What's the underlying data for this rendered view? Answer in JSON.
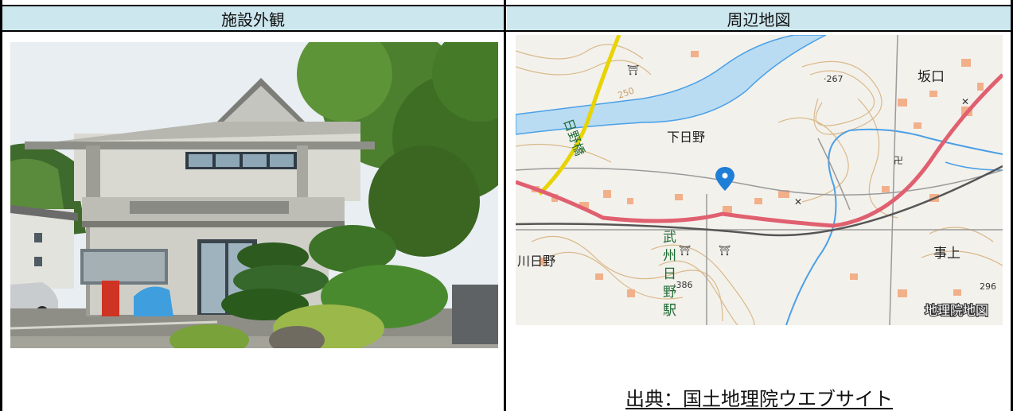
{
  "headers": {
    "left": "施設外観",
    "right": "周辺地図"
  },
  "map": {
    "labels": {
      "sakaguchi": "坂口",
      "elev_267": "·267",
      "shimohino": "下日野",
      "hino_bridge": "日野橋",
      "elev_250": "250",
      "station_bu": "武",
      "station_shu": "州",
      "station_hi": "日",
      "station_no": "野",
      "station_eki": "駅",
      "hino_west": "川日野",
      "jijo": "事上",
      "elev_386": "·386",
      "elev_296": "296",
      "gsi_logo": "地理院地図"
    }
  },
  "citation": "出典：国土地理院ウエブサイト",
  "colors": {
    "header_bg": "#cde7ef",
    "marker": "#1f7ed6",
    "main_road": "#e06070",
    "yellow_road": "#f2e100",
    "river": "#4aa0e6"
  }
}
